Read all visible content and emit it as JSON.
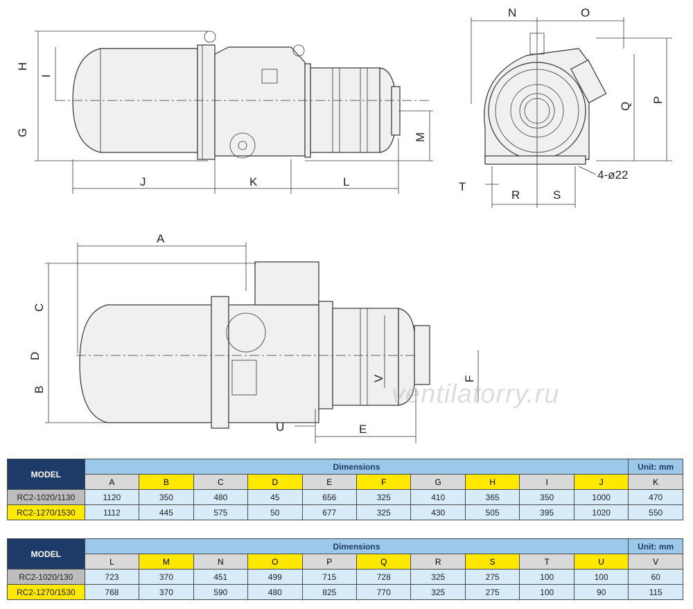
{
  "drawing": {
    "top_view_labels": [
      "H",
      "I",
      "G",
      "J",
      "K",
      "L",
      "M"
    ],
    "end_view_labels": [
      "N",
      "O",
      "P",
      "Q",
      "T",
      "R",
      "S"
    ],
    "hole_note": "4-ø22",
    "side_view_labels": [
      "A",
      "C",
      "D",
      "B",
      "U",
      "E",
      "V",
      "F"
    ]
  },
  "watermark": "ventilatorry.ru",
  "table1": {
    "model_header": "MODEL",
    "dimensions_header": "Dimensions",
    "unit": "Unit: mm",
    "columns": [
      "A",
      "B",
      "C",
      "D",
      "E",
      "F",
      "G",
      "H",
      "I",
      "J",
      "K"
    ],
    "rows": [
      {
        "model": "RC2-1020/1130",
        "values": [
          "1120",
          "350",
          "480",
          "45",
          "656",
          "325",
          "410",
          "365",
          "350",
          "1000",
          "470"
        ]
      },
      {
        "model": "RC2-1270/1530",
        "values": [
          "1112",
          "445",
          "575",
          "50",
          "677",
          "325",
          "430",
          "505",
          "395",
          "1020",
          "550"
        ]
      }
    ]
  },
  "table2": {
    "model_header": "MODEL",
    "dimensions_header": "Dimensions",
    "unit": "Unit: mm",
    "columns": [
      "L",
      "M",
      "N",
      "O",
      "P",
      "Q",
      "R",
      "S",
      "T",
      "U",
      "V"
    ],
    "rows": [
      {
        "model": "RC2-1020/130",
        "values": [
          "723",
          "370",
          "451",
          "499",
          "715",
          "728",
          "325",
          "275",
          "100",
          "100",
          "60"
        ]
      },
      {
        "model": "RC2-1270/1530",
        "values": [
          "768",
          "370",
          "590",
          "480",
          "825",
          "770",
          "325",
          "275",
          "100",
          "90",
          "115"
        ]
      }
    ]
  },
  "colors": {
    "model_header": "#1d3a68",
    "dimensions_header": "#9cc9ea",
    "highlight": "#ffe800",
    "value_cell": "#d7ecf8"
  }
}
